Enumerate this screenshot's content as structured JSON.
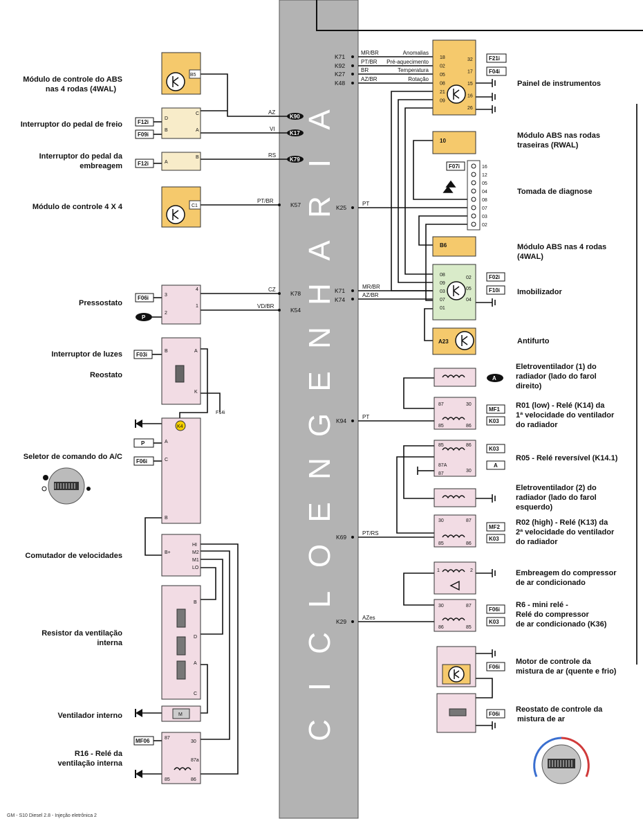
{
  "colors": {
    "gray_bar": "#b3b3b3",
    "orange": "#f5c96c",
    "pink": "#f2dce4",
    "green": "#d9ebc9",
    "wire": "#111111"
  },
  "vertical_text": [
    "C",
    "I",
    "C",
    "L",
    "O",
    "E",
    "N",
    "G",
    "E",
    "N",
    "H",
    "A",
    "R",
    "I",
    "A"
  ],
  "footer": "GM - S10 Diesel 2.8 - Injeção eletrônica 2",
  "labels_left": {
    "abs4": [
      "Módulo de controle do ABS",
      "nas 4 rodas (4WAL)"
    ],
    "freio": [
      "Interruptor do pedal de freio"
    ],
    "embreagem": [
      "Interruptor do pedal da",
      "embreagem"
    ],
    "mod4x4": [
      "Módulo de controle 4 X 4"
    ],
    "pressostato": [
      "Pressostato"
    ],
    "luzes": [
      "Interruptor de luzes"
    ],
    "reostato": [
      "Reostato"
    ],
    "seletor": [
      "Seletor de comando do A/C"
    ],
    "comutador": [
      "Comutador de velocidades"
    ],
    "resistor": [
      "Resistor da ventilação",
      "interna"
    ],
    "ventilador": [
      "Ventilador interno"
    ],
    "r16": [
      "R16 - Relé da",
      "ventilação interna"
    ]
  },
  "labels_right": {
    "painel": [
      "Painel de instrumentos"
    ],
    "rwal": [
      "Módulo ABS nas rodas",
      "traseiras (RWAL)"
    ],
    "tomada": [
      "Tomada de diagnose"
    ],
    "abs4wal": [
      "Módulo ABS nas 4 rodas",
      "(4WAL)"
    ],
    "imob": [
      "Imobilizador"
    ],
    "antifurto": [
      "Antifurto"
    ],
    "eletro1": [
      "Eletroventilador (1) do",
      "radiador (lado do farol",
      "direito)"
    ],
    "r01": [
      "R01 (low)  - Relé (K14) da",
      "1ª velocidade do ventilador",
      "do radiador"
    ],
    "r05": [
      "R05 - Relé reversível (K14.1)"
    ],
    "eletro2": [
      "Eletroventilador (2) do",
      "radiador (lado do farol",
      "esquerdo)"
    ],
    "r02": [
      "R02 (high) - Relé (K13) da",
      "2ª velocidade do ventilador",
      "do radiador"
    ],
    "embreagem_comp": [
      "Embreagem do compressor",
      "de ar condicionado"
    ],
    "r6": [
      "R6 - mini relé -",
      "Relé do compressor",
      "de ar condicionado (K36)"
    ],
    "motor_mistura": [
      "Motor de controle da",
      "mistura de ar (quente e frio)"
    ],
    "reostato_mistura": [
      "Reostato de controle da",
      "mistura de ar"
    ]
  },
  "left_wires": {
    "az": {
      "color": "AZ",
      "conn": "K90"
    },
    "vi": {
      "color": "VI",
      "conn": "K17"
    },
    "rs": {
      "color": "RS",
      "conn": "K79"
    },
    "ptbr": {
      "color": "PT/BR",
      "conn": "K57"
    },
    "cz": {
      "color": "CZ",
      "conn": "K78"
    },
    "vdbr": {
      "color": "VD/BR",
      "conn": "K54"
    }
  },
  "right_wires": {
    "k71a": {
      "conn": "K71",
      "color": "MR/BR",
      "desc": "Anomalias"
    },
    "k92": {
      "conn": "K92",
      "color": "PT/BR",
      "desc": "Pré-aquecimento"
    },
    "k27": {
      "conn": "K27",
      "color": "BR",
      "desc": "Temperatura"
    },
    "k48": {
      "conn": "K48",
      "color": "AZ/BR",
      "desc": "Rotação"
    },
    "k25": {
      "conn": "K25",
      "color": "PT"
    },
    "k71b": {
      "conn": "K71",
      "color": "MR/BR"
    },
    "k74": {
      "conn": "K74",
      "color": "AZ/BR"
    },
    "k94": {
      "conn": "K94",
      "color": "PT"
    },
    "k69": {
      "conn": "K69",
      "color": "PT/RS"
    },
    "k29": {
      "conn": "K29",
      "color": "AZes"
    }
  },
  "tags": {
    "f12i": "F12i",
    "f09i": "F09i",
    "f06i": "F06i",
    "f03i": "F03i",
    "p": "P",
    "f14i": "F14i",
    "mf06": "MF06",
    "f21i": "F21i",
    "f04i": "F04i",
    "f07i": "F07i",
    "f02i": "F02i",
    "f10i": "F10i",
    "a": "A",
    "mf1": "MF1",
    "k03": "K03",
    "mf2": "MF2",
    "f06i_r": "F06i",
    "k14": "K4"
  },
  "pins": {
    "b5": "B5",
    "c1": "C1",
    "b6": "B6",
    "p10": "10",
    "a23": "A23",
    "painel_left": [
      "18",
      "02",
      "05",
      "08",
      "21",
      "09"
    ],
    "painel_right": [
      "32",
      "17",
      "15",
      "16",
      "26"
    ],
    "tomada": [
      "16",
      "12",
      "05",
      "04",
      "08",
      "07",
      "03",
      "02"
    ],
    "imob_left": [
      "08",
      "09",
      "03",
      "07",
      "01"
    ],
    "imob_right": [
      "02",
      "05",
      "04"
    ],
    "freio": [
      "D",
      "B",
      "C",
      "A"
    ],
    "embr": [
      "A",
      "B"
    ],
    "press": [
      "3",
      "2",
      "4",
      "1"
    ],
    "luzes": [
      "B",
      "A",
      "K"
    ],
    "seletor": [
      "A",
      "C",
      "B"
    ],
    "comut": [
      "B+",
      "HI",
      "M2",
      "M1",
      "LO"
    ],
    "resistor": [
      "B",
      "D",
      "A",
      "C"
    ],
    "r16": [
      "87",
      "30",
      "87a",
      "85",
      "86"
    ],
    "r01": [
      "87",
      "30",
      "85",
      "86"
    ],
    "r05": [
      "85",
      "86",
      "87A",
      "30",
      "87"
    ],
    "r02": [
      "30",
      "87",
      "85",
      "86"
    ],
    "r6": [
      "30",
      "87",
      "86",
      "85"
    ],
    "emb": [
      "1",
      "2"
    ]
  }
}
